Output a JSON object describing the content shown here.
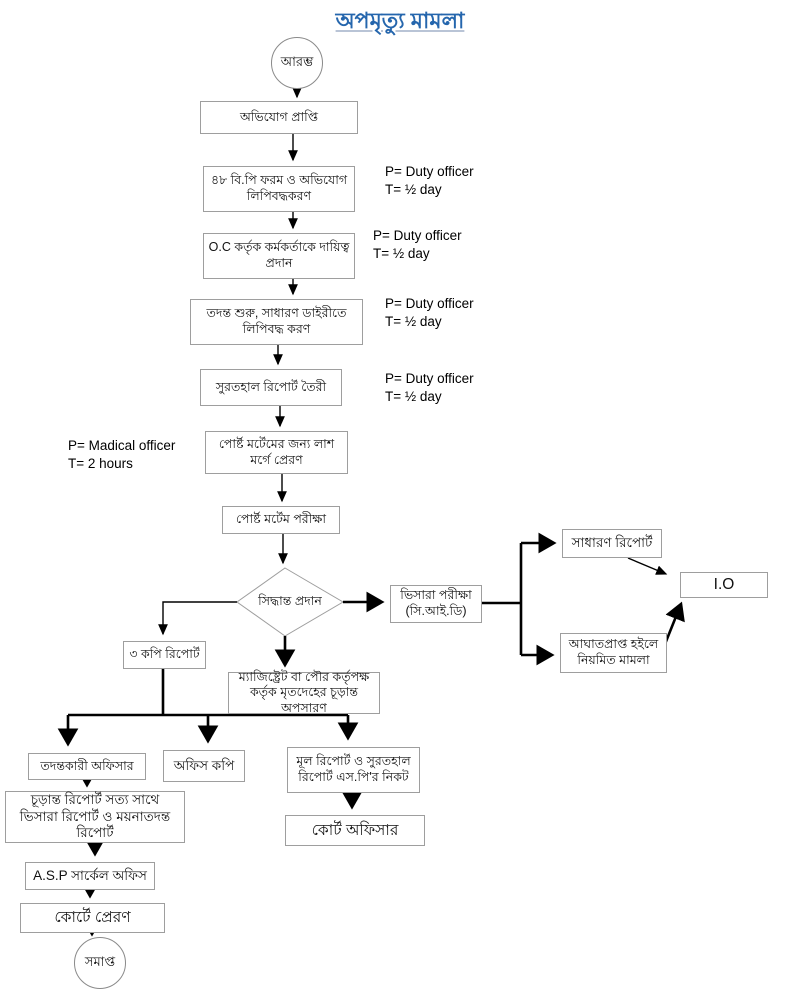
{
  "title": "অপমৃত্যু মামলা",
  "colors": {
    "title_blue": "#2566ad",
    "box_border_gray": "#9e9e9e",
    "line_black": "#000000"
  },
  "nodes": {
    "start": "আরম্ভ",
    "complaint": "অভিযোগ প্রাপ্তি",
    "bp_form": "৪৮ বি.পি ফরম ও অভিযোগ লিপিবদ্ধকরণ",
    "oc_assign": "O.C কর্তৃক কর্মকর্তাকে দায়িত্ব প্রদান",
    "gd_entry": "তদন্ত শুরু, সাধারণ ডাইরীতে লিপিবদ্ধ করণ",
    "inquest": "সুরতহাল রিপোর্ট তৈরী",
    "send_morgue": "পোর্ষ্ট মর্টেমের জন্য লাশ মর্গে প্রেরণ",
    "postmortem": "পোর্ষ্ট মর্টেম  পরীক্ষা",
    "decision": "সিদ্ধান্ত প্রদান",
    "viscera": "ভিসারা পরীক্ষা (সি.আই.ডি)",
    "general_report": "সাধারণ রিপোর্ট",
    "io": "I.O",
    "injured": "আঘাতপ্রাপ্ত হইলে নিয়মিত মামলা",
    "three_copies": "৩ কপি রিপোর্ট",
    "magistrate": "ম্যাজিষ্ট্রেট বা পৌর কর্তৃপক্ষ কর্তৃক মৃতদেহের চূড়ান্ত অপসারণ",
    "investigating_officer": "তদন্তকারী অফিসার",
    "office_copy": "অফিস কপি",
    "sp_report": "মূল রিপোর্ট ও সুরতহাল রিপোর্ট এস.পি'র নিকট",
    "court_officer": "কোর্ট অফিসার",
    "final_report": "চূড়ান্ত রিপোর্ট সত্য সাথে ভিসারা রিপোর্ট ও ময়নাতদন্ত রিপোর্ট",
    "asp_office": "A.S.P সার্কেল অফিস",
    "court_send": "কোর্টে প্রেরণ",
    "end": "সমাপ্ত"
  },
  "annotations": [
    {
      "p": "P= Duty officer",
      "t": "T= ½ day"
    },
    {
      "p": "P= Duty officer",
      "t": "T= ½ day"
    },
    {
      "p": "P= Duty officer",
      "t": "T= ½ day"
    },
    {
      "p": "P= Duty officer",
      "t": "T= ½ day"
    },
    {
      "p": "P= Madical officer",
      "t": "T= 2 hours"
    }
  ]
}
